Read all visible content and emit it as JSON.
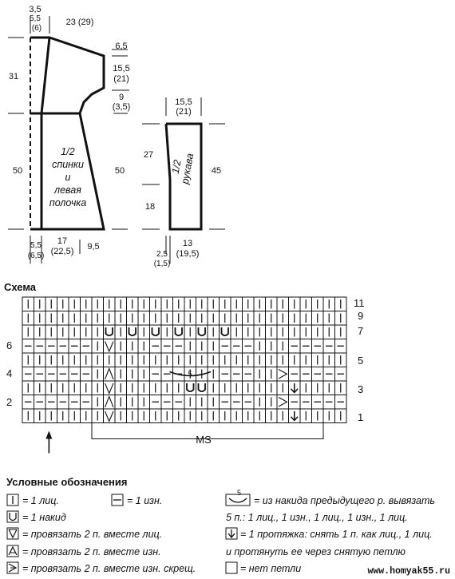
{
  "pattern_shape": {
    "body_label": [
      "1/2",
      "спинки",
      "и",
      "левая",
      "полочка"
    ],
    "sleeve_label": [
      "1/2",
      "рукава"
    ],
    "dims": {
      "top_a": "3,5",
      "top_b": "5,5",
      "top_c": "(6)",
      "top_width": "23 (29)",
      "neck_drop": "6,5",
      "neck_width": "15,5",
      "neck_width_alt": "(21)",
      "shoulder": "9",
      "shoulder_alt": "(3,5)",
      "upper_height": "31",
      "lower_height_left": "50",
      "lower_height_right": "50",
      "bottom_a": "5,5",
      "bottom_a_alt": "(6,5)",
      "bottom_width": "17",
      "bottom_width_alt": "(22,5)",
      "bottom_side": "9,5",
      "sleeve_top": "15,5",
      "sleeve_top_alt": "(21)",
      "sleeve_upper": "27",
      "sleeve_lower": "18",
      "sleeve_height": "45",
      "sleeve_bottom_a": "2,5",
      "sleeve_bottom_a_alt": "(1,5)",
      "sleeve_bottom": "13",
      "sleeve_bottom_alt": "(19,5)"
    }
  },
  "chart": {
    "title": "Схема",
    "rows_right": [
      "11",
      "9",
      "7",
      "5",
      "3",
      "1"
    ],
    "rows_left": [
      "6",
      "4",
      "2"
    ],
    "repeat_label": "MS",
    "special": {
      "x5": "5"
    }
  },
  "legend": {
    "title": "Условные обозначения",
    "items": [
      "= 1 лиц.",
      "= 1 изн.",
      "= 1 накид",
      "= провязать 2 п. вместе лиц.",
      "= провязать 2 п. вместе изн.",
      "= провязать 2 п. вместе изн. скрещ.",
      "= из накида предыдущего р. вывязать",
      "5 п.: 1 лиц., 1 изн., 1 лиц., 1 изн., 1 лиц.",
      "= 1 протяжка: снять 1 п. как лиц., 1 лиц.",
      "и протянуть ее через снятую петлю",
      "= нет петли"
    ],
    "x5_glyph": "5"
  },
  "watermark": "www.homyak55.ru"
}
